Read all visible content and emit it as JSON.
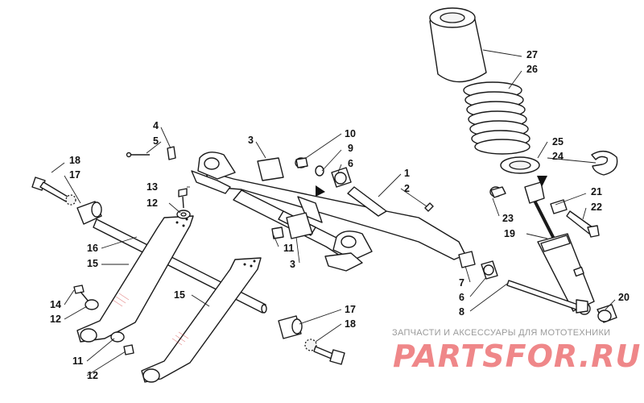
{
  "watermark": {
    "caption": "ЗАПЧАСТИ И АКСЕССУАРЫ ДЛЯ МОТОТЕХНИКИ",
    "logo": "PARTSFOR.RU",
    "logo_color": "#e3262a"
  },
  "callouts": [
    "27",
    "26",
    "25",
    "24",
    "21",
    "22",
    "23",
    "19",
    "20",
    "10",
    "9",
    "6",
    "1",
    "2",
    "3",
    "4",
    "5",
    "13",
    "12",
    "18",
    "17",
    "16",
    "15",
    "14",
    "12",
    "11",
    "12",
    "11",
    "3",
    "7",
    "6",
    "8",
    "15",
    "17",
    "18"
  ]
}
